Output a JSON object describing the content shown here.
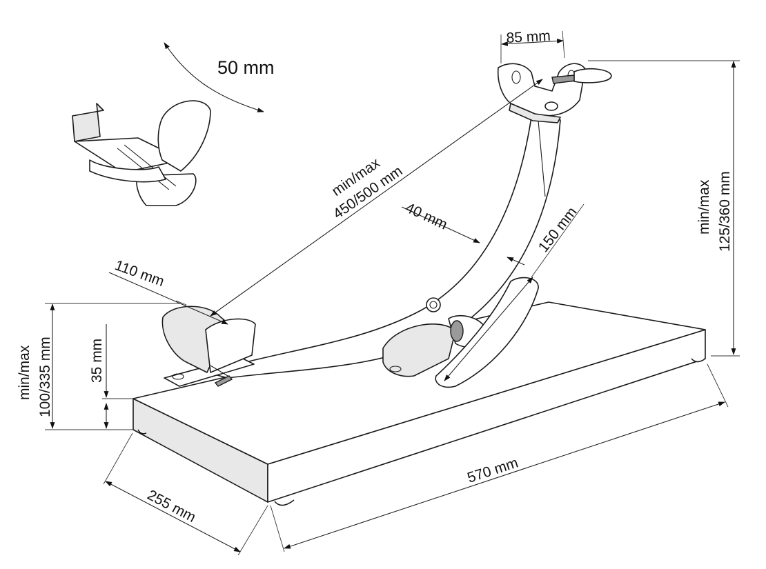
{
  "labels": {
    "rotation": "50 mm",
    "top_width": "85 mm",
    "length_l1": "min/max",
    "length_l2": "450/500 mm",
    "height_r1": "min/max",
    "height_r2": "125/360 mm",
    "arm_width": "40 mm",
    "clamp_length": "150 mm",
    "cup_width": "110 mm",
    "height_l1": "min/max",
    "height_l2": "100/335 mm",
    "base_thickness": "35 mm",
    "base_depth": "255 mm",
    "base_length": "570 mm"
  }
}
